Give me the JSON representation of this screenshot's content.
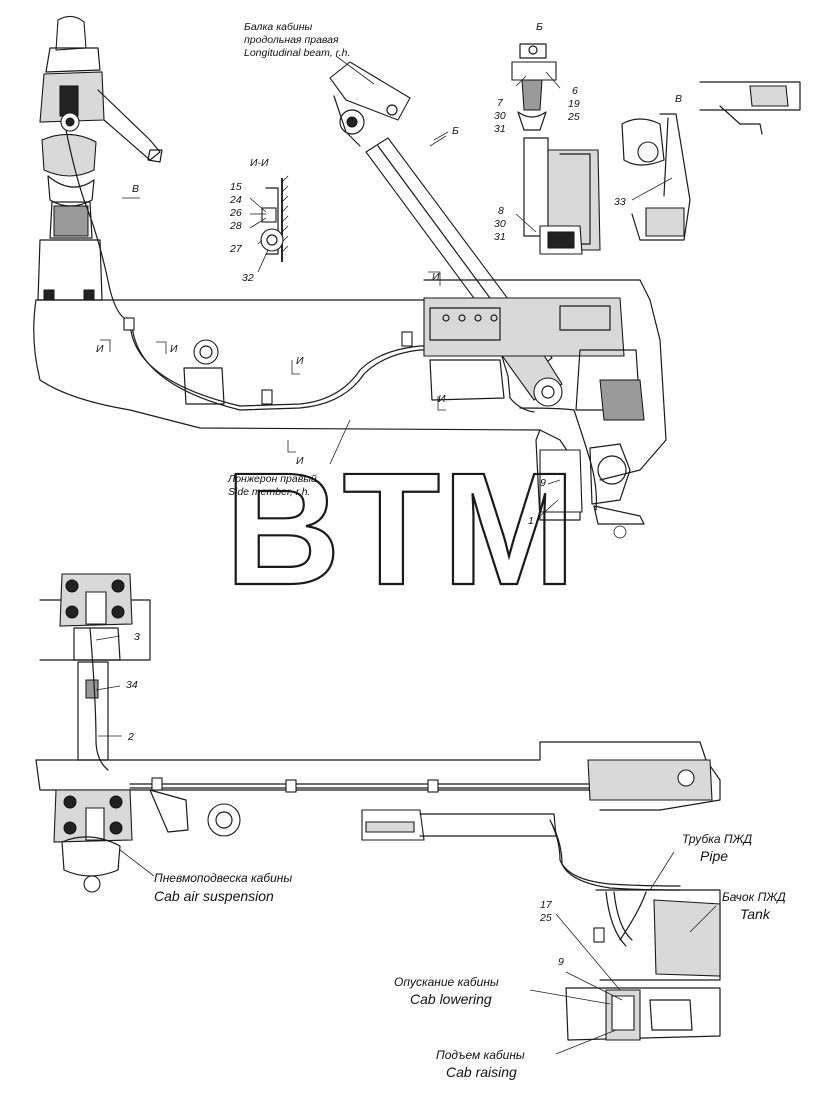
{
  "watermark": {
    "text": "BTM"
  },
  "labels": {
    "beam_ru": "Балка кабины",
    "beam_ru2": "продольная правая",
    "beam_en": "Longitudinal beam, r.h.",
    "side_member_ru": "Лонжерон правый",
    "side_member_en": "Side member, r.h.",
    "pipe_ru": "Трубка ПЖД",
    "pipe_en": "Pipe",
    "tank_ru": "Бачок ПЖД",
    "tank_en": "Tank",
    "suspension_ru": "Пневмоподвеска кабины",
    "suspension_en": "Cab air suspension",
    "lowering_ru": "Опускание кабины",
    "lowering_en": "Cab lowering",
    "raising_ru": "Подъем кабины",
    "raising_en": "Cab raising"
  },
  "view_marks": {
    "b_top": "Б",
    "b_arrow": "Б",
    "v_view": "В",
    "v_arrow": "В",
    "section": "И-И",
    "i1": "И",
    "i2": "И",
    "i3": "И",
    "i4": "И",
    "i5": "И",
    "i6": "И"
  },
  "callouts": {
    "n15": "15",
    "n24": "24",
    "n26": "26",
    "n28": "28",
    "n27": "27",
    "n32": "32",
    "n7": "7",
    "n30a": "30",
    "n31a": "31",
    "n6": "6",
    "n19": "19",
    "n25a": "25",
    "n8": "8",
    "n30b": "30",
    "n31b": "31",
    "n33": "33",
    "n9a": "9",
    "n1": "1",
    "n3": "3",
    "n34": "34",
    "n2": "2",
    "n17": "17",
    "n25b": "25",
    "n9b": "9"
  }
}
